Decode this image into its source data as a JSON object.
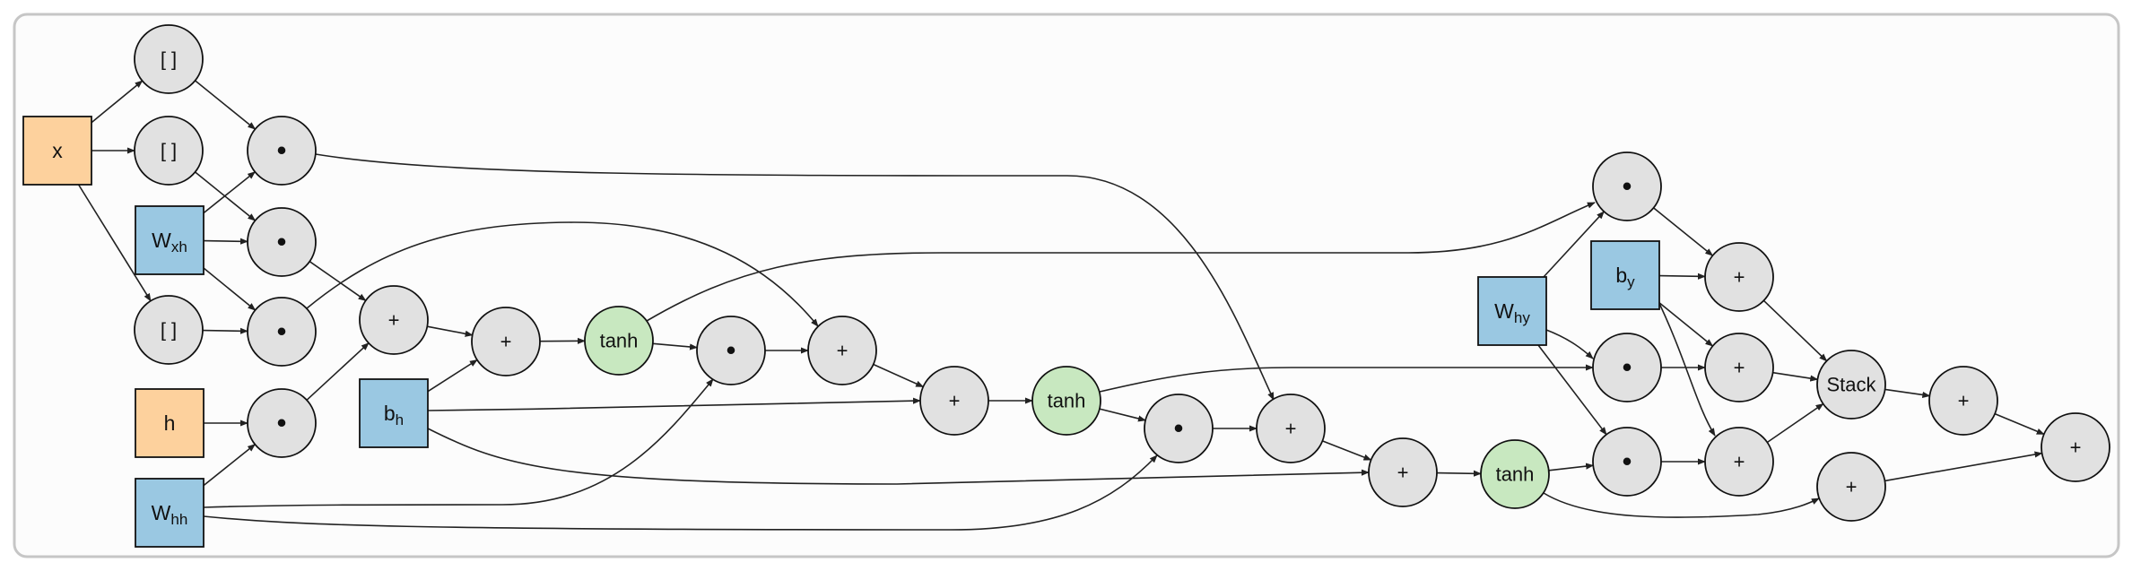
{
  "colors": {
    "input": "#fdd19d",
    "param": "#9ac8e2",
    "activation": "#c8e8c0",
    "op": "#e1e1e1",
    "frame": "#fcfcfc",
    "edge": "#222222"
  },
  "nodes": [
    {
      "id": "x",
      "kind": "input",
      "label": "x"
    },
    {
      "id": "h",
      "kind": "input",
      "label": "h"
    },
    {
      "id": "wxh",
      "kind": "param",
      "label": "W",
      "sub": "xh"
    },
    {
      "id": "whh",
      "kind": "param",
      "label": "W",
      "sub": "hh"
    },
    {
      "id": "bh",
      "kind": "param",
      "label": "b",
      "sub": "h"
    },
    {
      "id": "why",
      "kind": "param",
      "label": "W",
      "sub": "hy"
    },
    {
      "id": "by",
      "kind": "param",
      "label": "b",
      "sub": "y"
    },
    {
      "id": "idx0",
      "kind": "op",
      "label": "[ ]"
    },
    {
      "id": "idx1",
      "kind": "op",
      "label": "[ ]"
    },
    {
      "id": "idx2",
      "kind": "op",
      "label": "[ ]"
    },
    {
      "id": "dot0",
      "kind": "op",
      "label": "•"
    },
    {
      "id": "dot1",
      "kind": "op",
      "label": "•"
    },
    {
      "id": "dot2",
      "kind": "op",
      "label": "•"
    },
    {
      "id": "doth",
      "kind": "op",
      "label": "•"
    },
    {
      "id": "add1",
      "kind": "op",
      "label": "+"
    },
    {
      "id": "add2",
      "kind": "op",
      "label": "+"
    },
    {
      "id": "tanh1",
      "kind": "activation",
      "label": "tanh"
    },
    {
      "id": "dot3",
      "kind": "op",
      "label": "•"
    },
    {
      "id": "add3",
      "kind": "op",
      "label": "+"
    },
    {
      "id": "add4",
      "kind": "op",
      "label": "+"
    },
    {
      "id": "tanh2",
      "kind": "activation",
      "label": "tanh"
    },
    {
      "id": "dot4",
      "kind": "op",
      "label": "•"
    },
    {
      "id": "add5",
      "kind": "op",
      "label": "+"
    },
    {
      "id": "add6",
      "kind": "op",
      "label": "+"
    },
    {
      "id": "tanh3",
      "kind": "activation",
      "label": "tanh"
    },
    {
      "id": "doty1",
      "kind": "op",
      "label": "•"
    },
    {
      "id": "doty2",
      "kind": "op",
      "label": "•"
    },
    {
      "id": "doty3",
      "kind": "op",
      "label": "•"
    },
    {
      "id": "addy1",
      "kind": "op",
      "label": "+"
    },
    {
      "id": "addy2",
      "kind": "op",
      "label": "+"
    },
    {
      "id": "addy3",
      "kind": "op",
      "label": "+"
    },
    {
      "id": "stack",
      "kind": "op",
      "label": "Stack"
    },
    {
      "id": "addout",
      "kind": "op",
      "label": "+"
    },
    {
      "id": "addh",
      "kind": "op",
      "label": "+"
    },
    {
      "id": "final",
      "kind": "op",
      "label": "+"
    }
  ],
  "edges": [
    [
      "x",
      "idx0"
    ],
    [
      "x",
      "idx1"
    ],
    [
      "x",
      "idx2"
    ],
    [
      "idx0",
      "dot0"
    ],
    [
      "wxh",
      "dot0"
    ],
    [
      "idx1",
      "dot1"
    ],
    [
      "wxh",
      "dot1"
    ],
    [
      "idx2",
      "dot2"
    ],
    [
      "wxh",
      "dot2"
    ],
    [
      "h",
      "doth"
    ],
    [
      "whh",
      "doth"
    ],
    [
      "dot1",
      "add1"
    ],
    [
      "doth",
      "add1"
    ],
    [
      "add1",
      "add2"
    ],
    [
      "bh",
      "add2"
    ],
    [
      "add2",
      "tanh1"
    ],
    [
      "tanh1",
      "dot3"
    ],
    [
      "whh",
      "dot3"
    ],
    [
      "dot3",
      "add3"
    ],
    [
      "dot2",
      "add3"
    ],
    [
      "add3",
      "add4"
    ],
    [
      "bh",
      "add4"
    ],
    [
      "add4",
      "tanh2"
    ],
    [
      "tanh2",
      "dot4"
    ],
    [
      "whh",
      "dot4"
    ],
    [
      "dot4",
      "add5"
    ],
    [
      "dot0",
      "add5"
    ],
    [
      "add5",
      "add6"
    ],
    [
      "bh",
      "add6"
    ],
    [
      "add6",
      "tanh3"
    ],
    [
      "tanh1",
      "doty1"
    ],
    [
      "why",
      "doty1"
    ],
    [
      "tanh2",
      "doty2"
    ],
    [
      "why",
      "doty2"
    ],
    [
      "tanh3",
      "doty3"
    ],
    [
      "why",
      "doty3"
    ],
    [
      "doty1",
      "addy1"
    ],
    [
      "by",
      "addy1"
    ],
    [
      "doty2",
      "addy2"
    ],
    [
      "by",
      "addy2"
    ],
    [
      "doty3",
      "addy3"
    ],
    [
      "by",
      "addy3"
    ],
    [
      "addy1",
      "stack"
    ],
    [
      "addy2",
      "stack"
    ],
    [
      "addy3",
      "stack"
    ],
    [
      "stack",
      "addout"
    ],
    [
      "tanh3",
      "addh"
    ],
    [
      "addout",
      "final"
    ],
    [
      "addh",
      "final"
    ]
  ]
}
